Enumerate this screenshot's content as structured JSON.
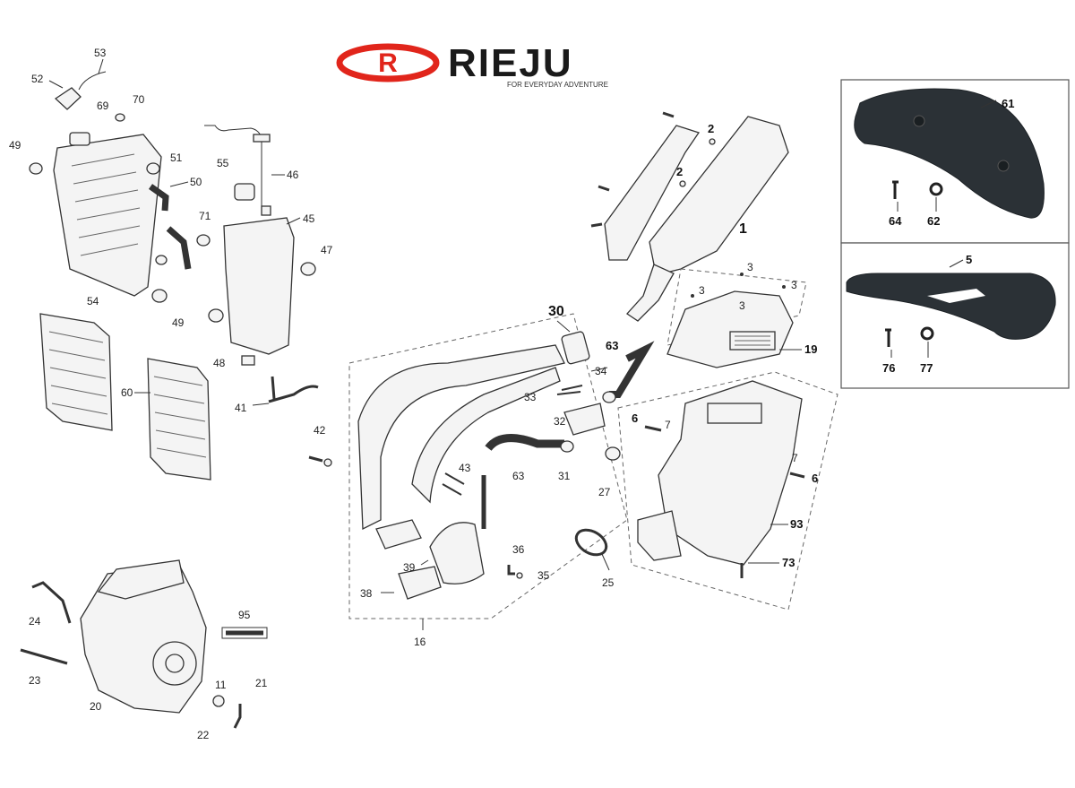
{
  "brand": {
    "logo_letter": "R",
    "name": "RIEJU",
    "tagline": "FOR EVERYDAY ADVENTURE",
    "colors": {
      "red": "#e1251b",
      "dark": "#1a1a1a"
    }
  },
  "callouts": {
    "n1": "1",
    "n2a": "2",
    "n2b": "2",
    "n3a": "3",
    "n3b": "3",
    "n3c": "3",
    "n3d": "3",
    "n5": "5",
    "n6a": "6",
    "n6b": "6",
    "n7a": "7",
    "n7b": "7",
    "n11": "11",
    "n16": "16",
    "n19": "19",
    "n20": "20",
    "n21": "21",
    "n22": "22",
    "n23": "23",
    "n24": "24",
    "n25": "25",
    "n27": "27",
    "n30": "30",
    "n31": "31",
    "n32": "32",
    "n33": "33",
    "n34": "34",
    "n35": "35",
    "n36": "36",
    "n38": "38",
    "n39": "39",
    "n41": "41",
    "n42": "42",
    "n43": "43",
    "n45": "45",
    "n46": "46",
    "n47": "47",
    "n48": "48",
    "n49a": "49",
    "n49b": "49",
    "n50": "50",
    "n51": "51",
    "n52": "52",
    "n53": "53",
    "n54": "54",
    "n55": "55",
    "n60": "60",
    "n61": "61",
    "n62": "62",
    "n63a": "63",
    "n63b": "63",
    "n64": "64",
    "n69": "69",
    "n70": "70",
    "n71": "71",
    "n73": "73",
    "n76": "76",
    "n77": "77",
    "n93": "93",
    "n95": "95"
  }
}
